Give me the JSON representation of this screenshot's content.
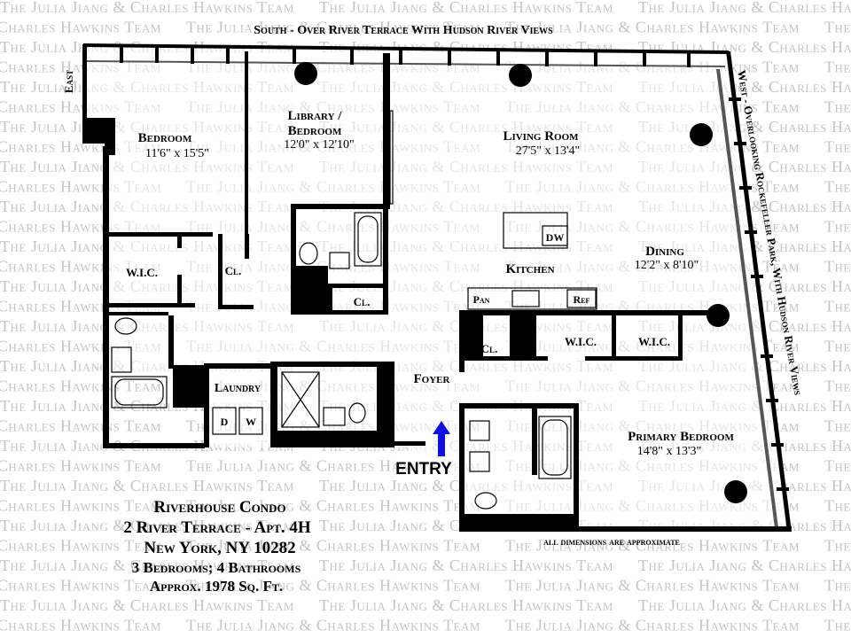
{
  "watermark": "The Julia Jiang & Charles Hawkins Team",
  "labels": {
    "south": "South - Over River Terrace With Hudson River Views",
    "east": "East",
    "west": "West - Overlooking Rockefeller Park, With Hudson River Views",
    "entry": "ENTRY",
    "foyer": "Foyer",
    "kitchen": "Kitchen",
    "laundry": "Laundry",
    "wic1": "W.I.C.",
    "wic2": "W.I.C.",
    "wic3": "W.I.C.",
    "cl1": "Cl.",
    "cl2": "Cl.",
    "cl3": "Cl.",
    "pan": "Pan",
    "ref": "Ref",
    "dw": "DW",
    "d": "D",
    "w": "W",
    "approx_note": "all dimensions are approximate"
  },
  "rooms": {
    "bedroom": {
      "name": "Bedroom",
      "dim": "11'6\" x 15'5\""
    },
    "library_l1": "Library /",
    "library_l2": "Bedroom",
    "library_dim": "12'0\" x 12'10\"",
    "living": {
      "name": "Living Room",
      "dim": "27'5\" x 13'4\""
    },
    "dining": {
      "name": "Dining",
      "dim": "12'2\" x 8'10\""
    },
    "primary": {
      "name": "Primary Bedroom",
      "dim": "14'8\" x 13'3\""
    }
  },
  "info": {
    "line1": "Riverhouse Condo",
    "line2": "2 River Terrace - Apt. 4H",
    "line3": "New York, NY 10282",
    "line4": "3 Bedrooms; 4 Bathrooms",
    "line5": "Approx. 1978 Sq. Ft."
  },
  "colors": {
    "entry_arrow": "#1010e0",
    "watermark": "#c4c4c4",
    "walls": "#000000"
  }
}
